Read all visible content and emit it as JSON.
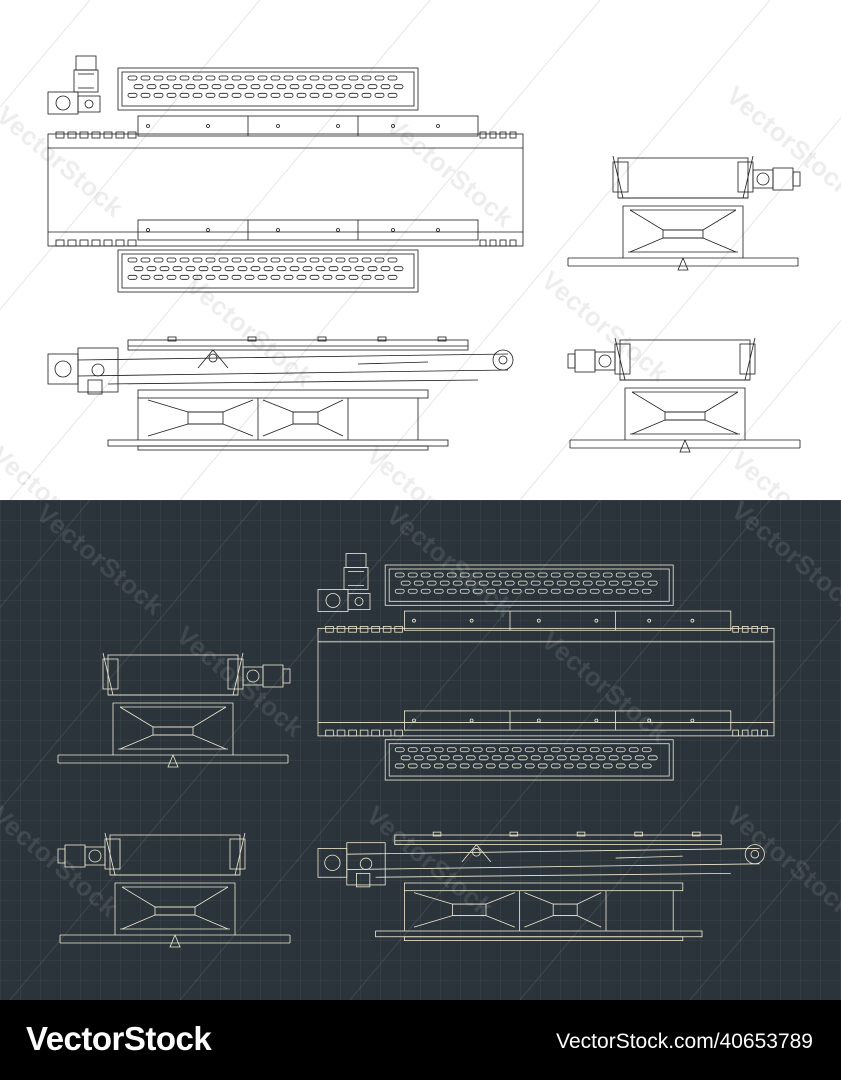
{
  "drawing": {
    "subject": "belt conveyor with perforated side guard panels",
    "line_color_light": "#1a1a1a",
    "line_color_dark": "#f0ead2",
    "background_light": "#ffffff",
    "background_dark": "#2b343b"
  },
  "watermark": {
    "text": "VectorStock"
  },
  "footer": {
    "background": "#000000",
    "logo_text": "VectorStock",
    "image_id": "VectorStock.com/40653789"
  }
}
